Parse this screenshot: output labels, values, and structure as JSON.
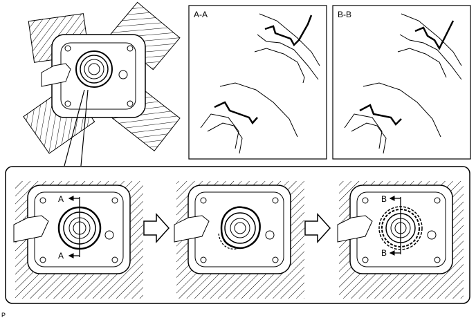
{
  "section_labels": {
    "a": "A-A",
    "b": "B-B"
  },
  "cut_markers": {
    "step1_top": "A",
    "step1_bottom": "A",
    "step3_top": "B",
    "step3_bottom": "B"
  },
  "figure_code": "P",
  "colors": {
    "line": "#000000",
    "background": "#ffffff"
  }
}
